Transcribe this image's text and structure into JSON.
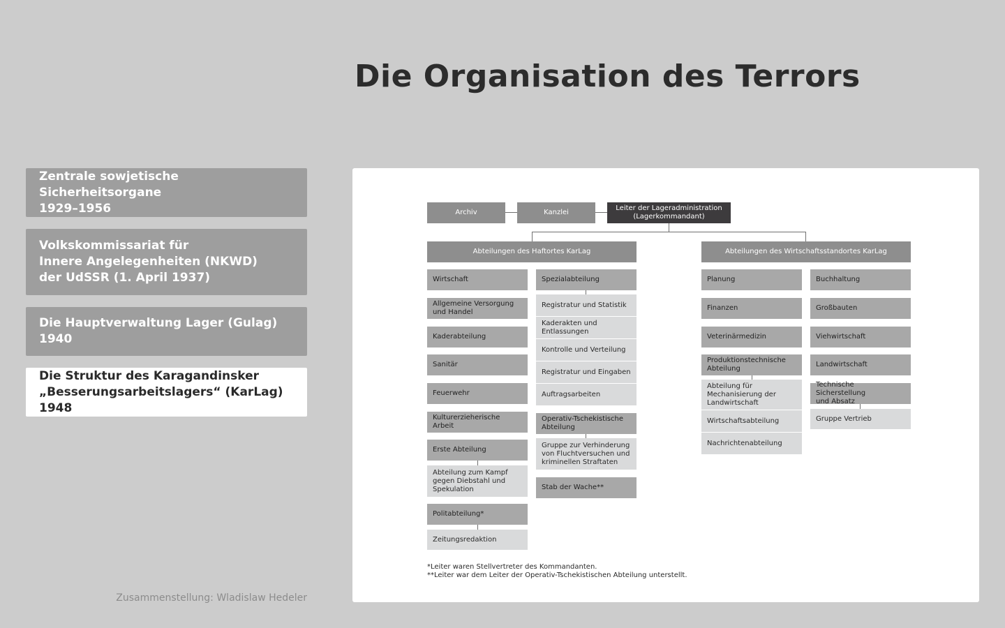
{
  "title": "Die Organisation des Terrors",
  "nav": [
    "Zentrale sowjetische Sicherheitsorgane\n1929–1956",
    "Volkskommissariat für\nInnere Angelegenheiten (NKWD)\nder UdSSR (1. April 1937)",
    "Die Hauptverwaltung Lager (Gulag) 1940",
    "Die Struktur des Karagandinsker\n„Besserungsarbeitslagers“ (KarLag) 1948"
  ],
  "credit": "Zusammenstellung: Wladislaw Hedeler",
  "chart": {
    "top": {
      "archiv": "Archiv",
      "kanzlei": "Kanzlei",
      "leiter": "Leiter der Lageradministration\n(Lagerkommandant)"
    },
    "haft": {
      "header": "Abteilungen des Haftortes KarLag",
      "col1": [
        "Wirtschaft",
        "Allgemeine Versorgung\nund Handel",
        "Kaderabteilung",
        "Sanitär",
        "Feuerwehr",
        "Kulturerzieherische\nArbeit",
        "Erste Abteilung",
        "Abteilung zum Kampf\ngegen Diebstahl und\nSpekulation",
        "Politabteilung*",
        "Zeitungsredaktion"
      ],
      "col2": [
        "Spezialabteilung",
        "Registratur und Statistik",
        "Kaderakten und\nEntlassungen",
        "Kontrolle und Verteilung",
        "Registratur und Eingaben",
        "Auftragsarbeiten",
        "Operativ-Tschekistische\nAbteilung",
        "Gruppe zur Verhinderung\nvon Fluchtversuchen und\nkriminellen Straftaten",
        "Stab der Wache**"
      ]
    },
    "wirt": {
      "header": "Abteilungen des Wirtschaftsstandortes KarLag",
      "col1": [
        "Planung",
        "Finanzen",
        "Veterinärmedizin",
        "Produktionstechnische\nAbteilung",
        "Abteilung für\nMechanisierung der\nLandwirtschaft",
        "Wirtschaftsabteilung",
        "Nachrichtenabteilung"
      ],
      "col2": [
        "Buchhaltung",
        "Großbauten",
        "Viehwirtschaft",
        "Landwirtschaft",
        "Technische Sicherstellung\nund Absatz",
        "Gruppe Vertrieb"
      ]
    },
    "footnotes": [
      "*Leiter waren Stellvertreter des Kommandanten.",
      "**Leiter war dem Leiter der Operativ-Tschekistischen Abteilung unterstellt."
    ]
  }
}
